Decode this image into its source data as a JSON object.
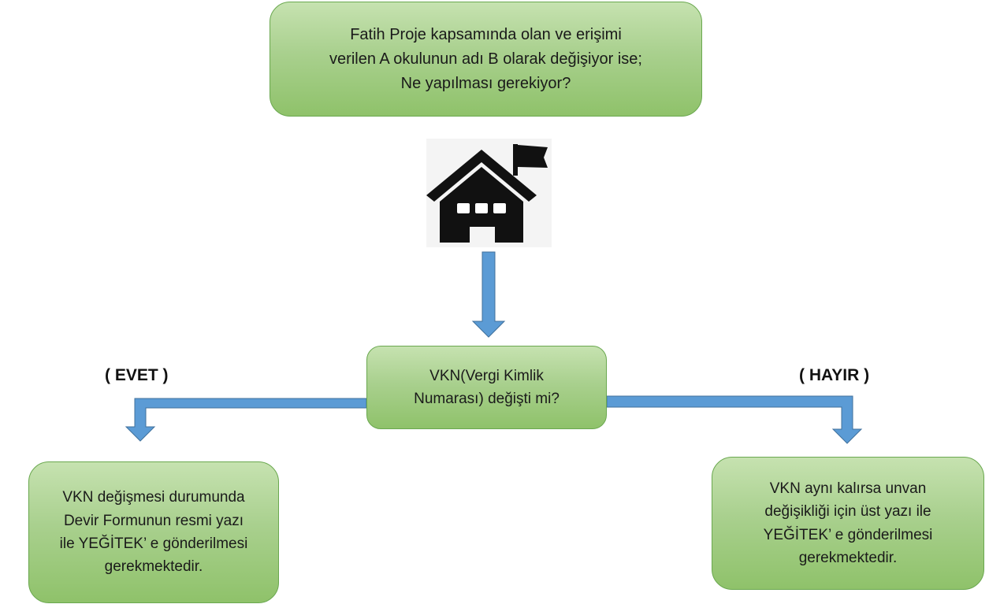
{
  "question_box": {
    "text": "Fatih Proje kapsamında olan ve erişimi\nverilen A okulunun adı B olarak değişiyor ise;\nNe yapılması gerekiyor?"
  },
  "decision_box": {
    "text": "VKN(Vergi Kimlik\nNumarası) değişti mi?"
  },
  "branch_yes": {
    "label": "( EVET )",
    "text": "VKN değişmesi durumunda\nDevir Formunun resmi yazı\nile YEĞİTEK’ e gönderilmesi\ngerekmektedir."
  },
  "branch_no": {
    "label": "( HAYIR )",
    "text": "VKN aynı kalırsa unvan\ndeğişikliği için üst yazı ile\nYEĞİTEK’ e gönderilmesi\ngerekmektedir."
  },
  "icons": {
    "school": "school-building-icon"
  },
  "colors": {
    "box_fill": "#a9d08e",
    "box_border": "#6aa84f",
    "arrow_fill": "#5b9bd5",
    "arrow_border": "#41719c",
    "icon": "#111111"
  }
}
